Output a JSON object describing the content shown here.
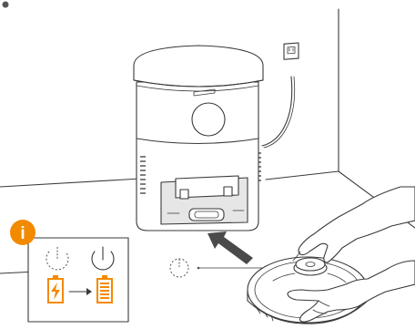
{
  "accent_color": "#f28a00",
  "info_badge": {
    "glyph": "i",
    "color": "#f28a00"
  },
  "info_panel": {
    "icons": [
      "power-off-dashed-icon",
      "power-on-icon",
      "battery-low-charging-icon",
      "arrow-right-icon",
      "battery-full-icon"
    ]
  },
  "scene_parts": [
    "dock-station",
    "wall-outlet",
    "power-cable",
    "robot-vacuum",
    "hands",
    "insert-direction-arrow",
    "robot-power-off-indicator"
  ]
}
